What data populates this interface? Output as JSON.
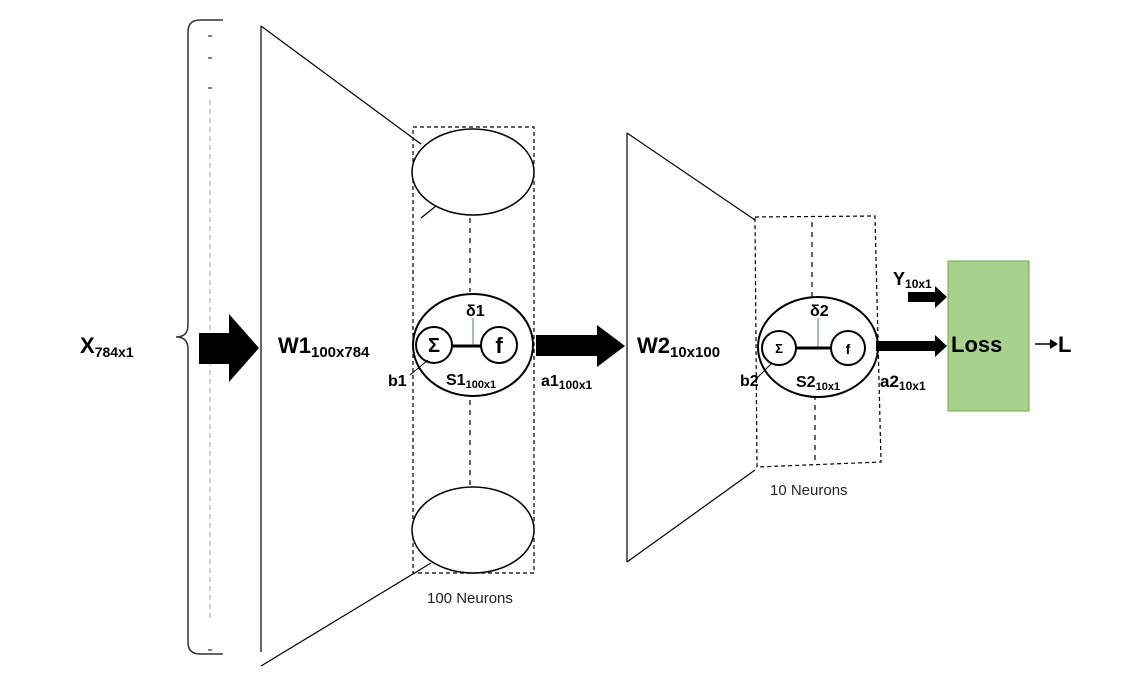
{
  "input": {
    "label": "X",
    "sub": "784x1"
  },
  "layer1": {
    "weight_label": "W1",
    "weight_sub": "100x784",
    "sigma": "Σ",
    "func": "f",
    "delta": "δ1",
    "bias": "b1",
    "sum_label": "S1",
    "sum_sub": "100x1",
    "caption": "100 Neurons",
    "out_label": "a1",
    "out_sub": "100x1"
  },
  "layer2": {
    "weight_label": "W2",
    "weight_sub": "10x100",
    "sigma": "Σ",
    "func": "f",
    "delta": "δ2",
    "bias": "b2",
    "sum_label": "S2",
    "sum_sub": "10x1",
    "caption": "10 Neurons",
    "out_label": "a2",
    "out_sub": "10x1"
  },
  "target": {
    "label": "Y",
    "sub": "10x1"
  },
  "loss": {
    "label": "Loss",
    "color": "#a9d18e",
    "border": "#70ad47"
  },
  "output": {
    "label": "L"
  }
}
